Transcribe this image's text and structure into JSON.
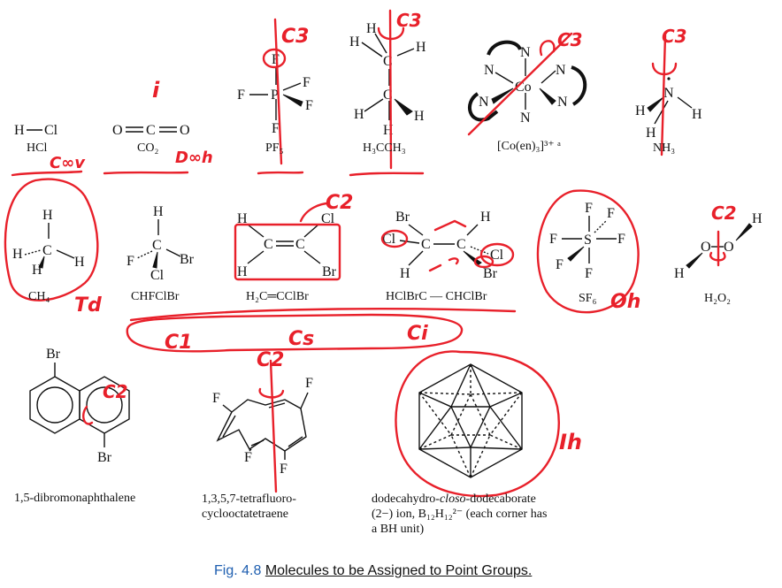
{
  "caption": {
    "fig_number": "Fig. 4.8",
    "title": "Molecules to be Assigned to Point Groups."
  },
  "molecules_row1": [
    {
      "name": "HCl",
      "atoms": [
        "H",
        "Cl"
      ]
    },
    {
      "name": "CO₂",
      "atoms": [
        "O",
        "C",
        "O"
      ]
    },
    {
      "name": "PF₅",
      "atoms": [
        "F",
        "P",
        "F",
        "F",
        "F",
        "F"
      ]
    },
    {
      "name": "H₃CCH₃",
      "atoms": [
        "H",
        "H",
        "H",
        "C",
        "C",
        "H",
        "H",
        "H"
      ]
    },
    {
      "name": "[Co(en)₃]³⁺ ᵃ",
      "atoms": [
        "N",
        "N",
        "N",
        "N",
        "N",
        "N",
        "Co"
      ]
    },
    {
      "name": "NH₃",
      "atoms": [
        "N",
        "H",
        "H",
        "H"
      ]
    }
  ],
  "molecules_row2": [
    {
      "name": "CH₄",
      "atoms": [
        "H",
        "H",
        "H",
        "C",
        "H"
      ]
    },
    {
      "name": "CHFClBr",
      "atoms": [
        "H",
        "C",
        "F",
        "Br",
        "Cl"
      ]
    },
    {
      "name": "H₂C═CClBr",
      "atoms": [
        "H",
        "Cl",
        "C",
        "C",
        "H",
        "Br"
      ]
    },
    {
      "name": "HClBrC — CHClBr",
      "atoms": [
        "Br",
        "H",
        "Cl",
        "C",
        "C",
        "Cl",
        "H",
        "Br"
      ]
    },
    {
      "name": "SF₆",
      "atoms": [
        "F",
        "F",
        "F",
        "S",
        "F",
        "F",
        "F"
      ]
    },
    {
      "name": "H₂O₂",
      "atoms": [
        "H",
        "O",
        "O",
        "H"
      ]
    }
  ],
  "molecules_row3": [
    {
      "name": "1,5-dibromonaphthalene",
      "atoms": [
        "Br",
        "Br"
      ]
    },
    {
      "name": "1,3,5,7-tetrafluoro-cyclooctatetraene",
      "line1": "1,3,5,7-tetrafluoro-",
      "line2": "cyclooctatetraene",
      "atoms": [
        "F",
        "F",
        "F",
        "F"
      ]
    },
    {
      "name": "dodecahydro-closo-dodecaborate (2−) ion, B₁₂H₁₂²⁻ (each corner has a BH unit)",
      "line1_pre": "dodecahydro-",
      "line1_ital": "closo",
      "line1_post": "-dodecaborate",
      "line2": "(2−) ion, B₁₂H₁₂²⁻ (each corner has",
      "line3": "a BH unit)"
    }
  ],
  "annotations": [
    "C3",
    "i",
    "C3",
    "C3",
    "C3",
    "C∞v",
    "D∞h",
    "Td",
    "C2",
    "Oh",
    "C2",
    "C1",
    "Cs",
    "Ci",
    "C2",
    "C2",
    "Ih"
  ],
  "colors": {
    "ink": "#e8202a",
    "caption": "#1f5fb0",
    "text": "#111111"
  }
}
